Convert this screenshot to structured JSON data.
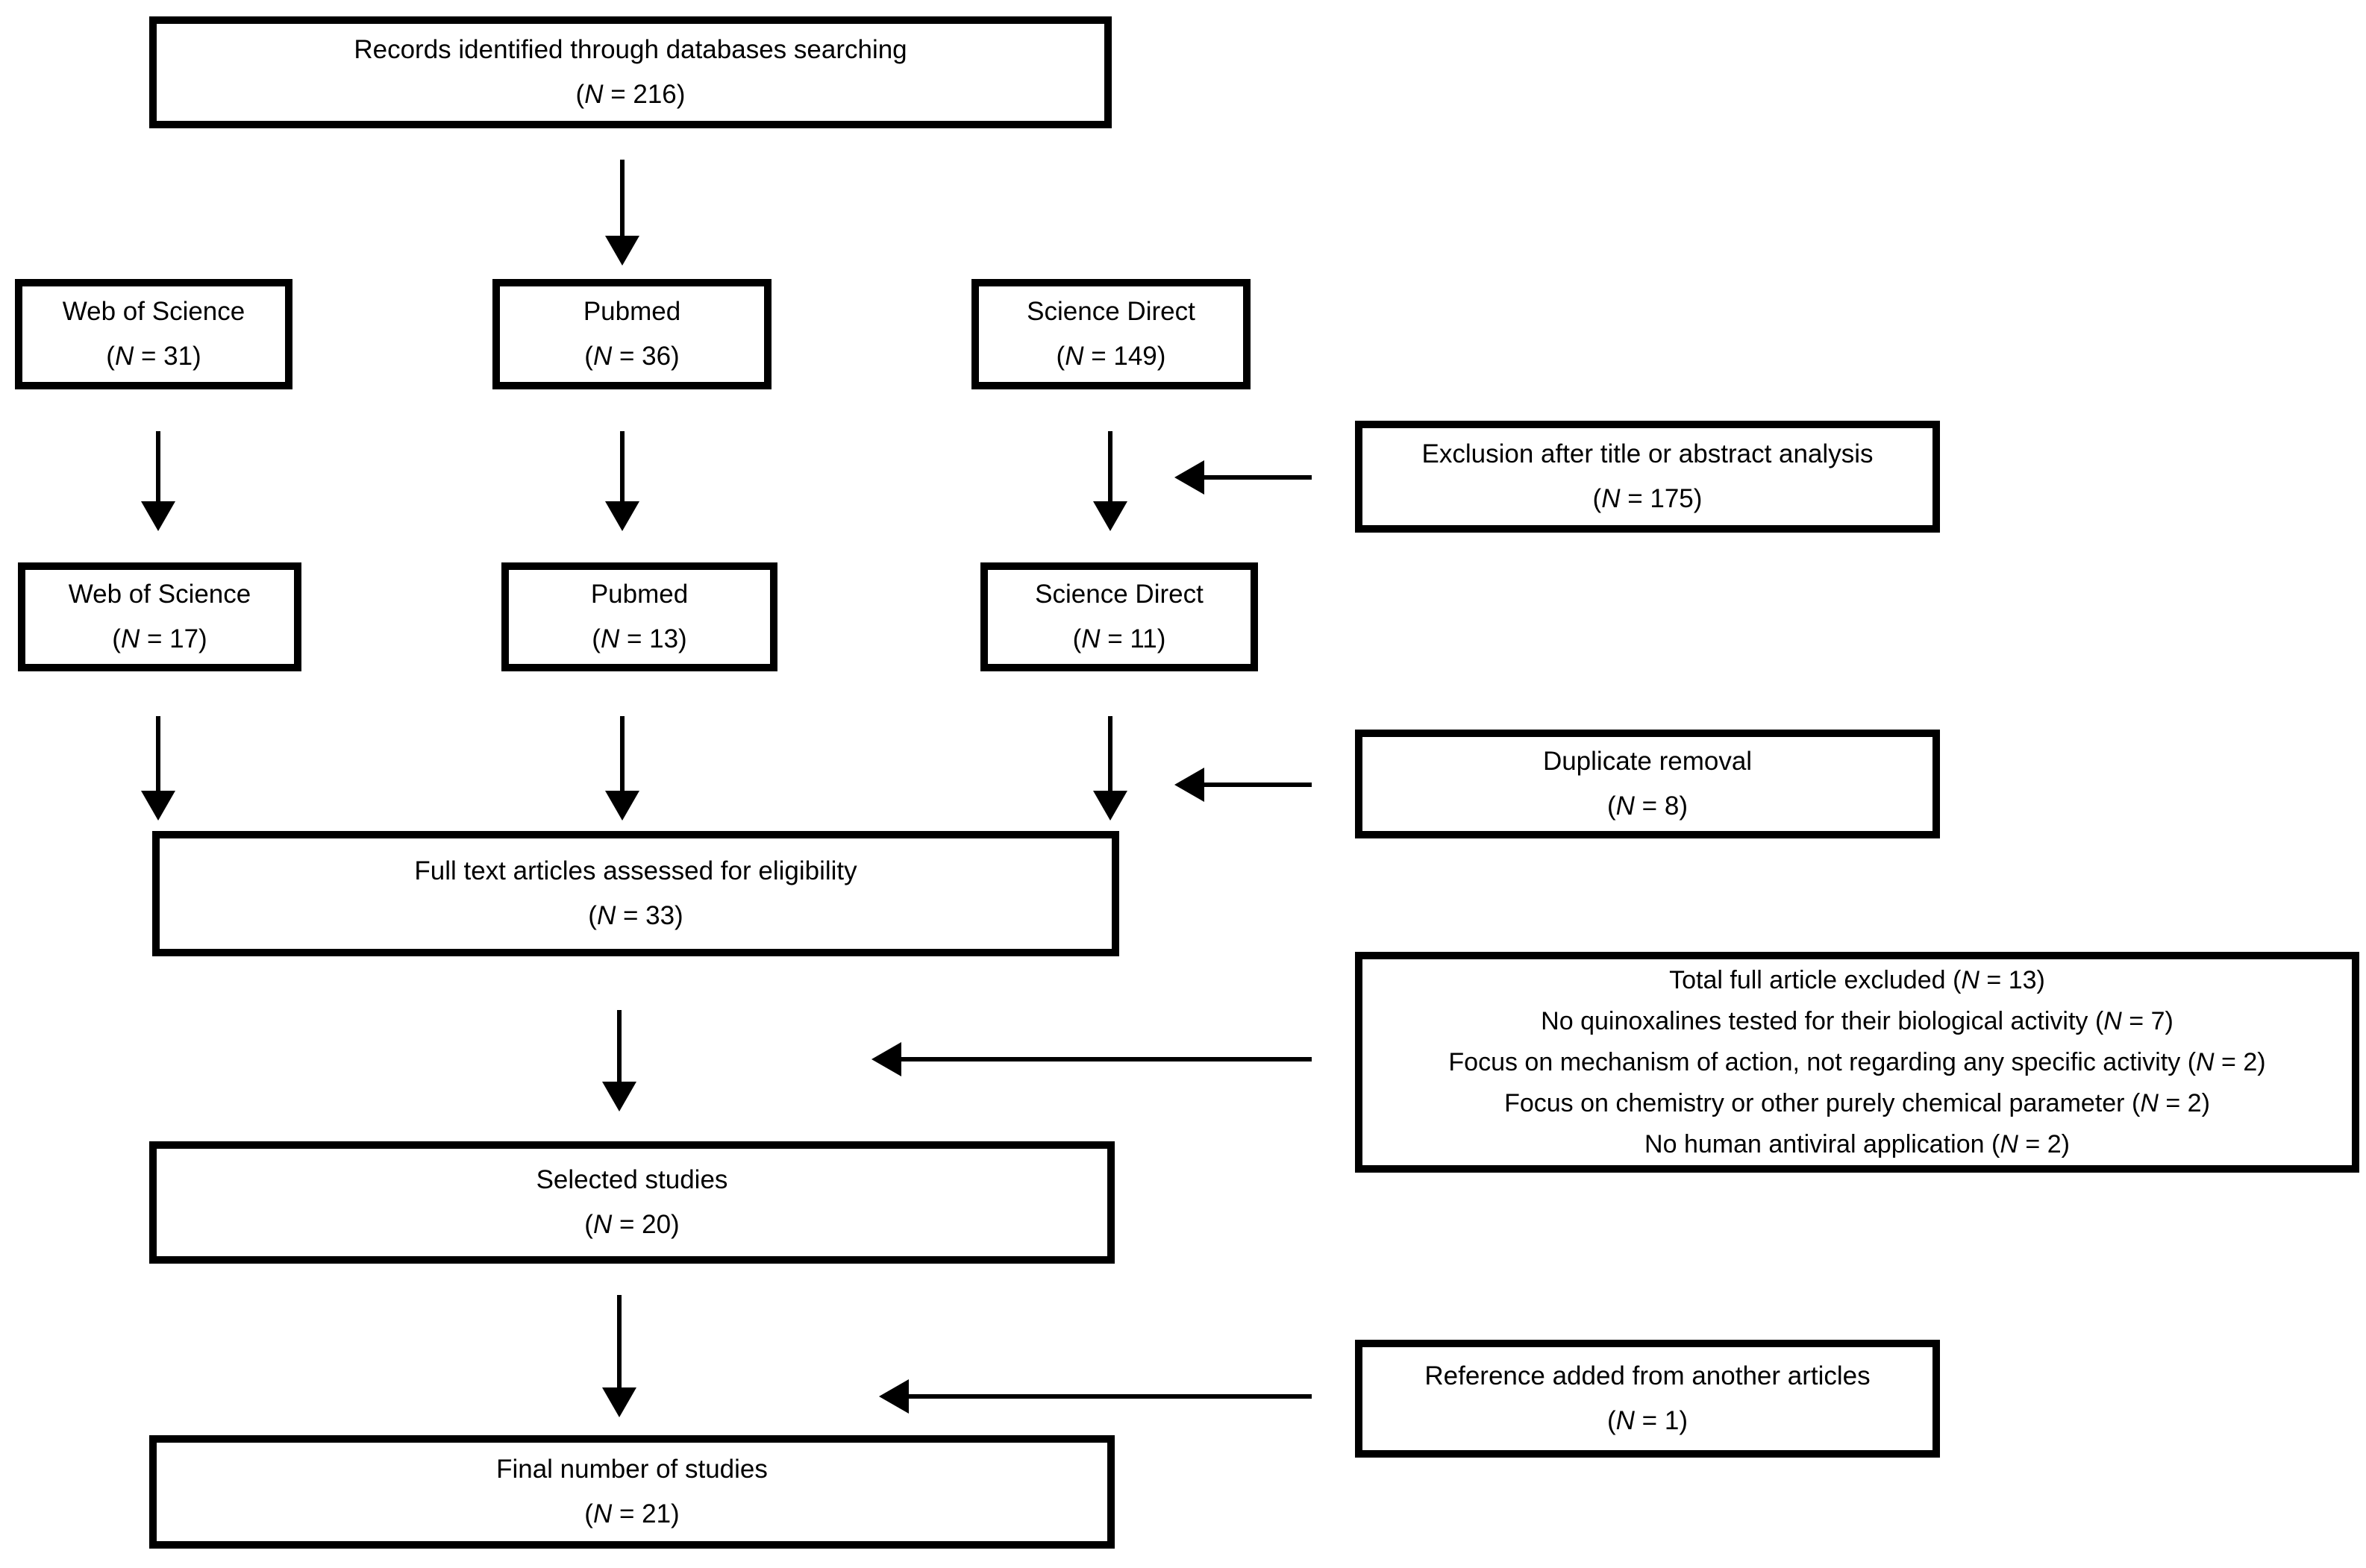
{
  "figure": {
    "type": "prisma-flow-diagram",
    "background": "#ffffff",
    "line_color": "#000000",
    "text_color": "#000000"
  },
  "n_format": {
    "open": "(",
    "symbol": "N",
    "eq": " = ",
    "close": ")"
  },
  "boxes": {
    "records": {
      "label": "Records identified through databases searching",
      "n": "216"
    },
    "wos1": {
      "label": "Web of Science",
      "n": "31"
    },
    "pubmed1": {
      "label": "Pubmed",
      "n": "36"
    },
    "sciencedirect1": {
      "label": "Science Direct",
      "n": "149"
    },
    "exclusion_title_abstract": {
      "label": "Exclusion after title or abstract analysis",
      "n": "175"
    },
    "wos2": {
      "label": "Web of Science",
      "n": "17"
    },
    "pubmed2": {
      "label": "Pubmed",
      "n": "13"
    },
    "sciencedirect2": {
      "label": "Science Direct",
      "n": "11"
    },
    "duplicate_removal": {
      "label": "Duplicate removal",
      "n": "8"
    },
    "fulltext": {
      "label": "Full text articles assessed for eligibility",
      "n": "33"
    },
    "full_excluded": {
      "lines": [
        {
          "text": "Total full article excluded",
          "n": "13"
        },
        {
          "text": "No quinoxalines tested for their biological activity",
          "n": "7"
        },
        {
          "text": "Focus on mechanism of action, not regarding any specific activity",
          "n": "2"
        },
        {
          "text": "Focus on chemistry or other purely chemical parameter",
          "n": "2"
        },
        {
          "text": "No human antiviral application",
          "n": "2"
        }
      ]
    },
    "selected": {
      "label": "Selected studies",
      "n": "20"
    },
    "reference_added": {
      "label": "Reference added from another articles",
      "n": "1"
    },
    "final": {
      "label": "Final number of studies",
      "n": "21"
    }
  }
}
